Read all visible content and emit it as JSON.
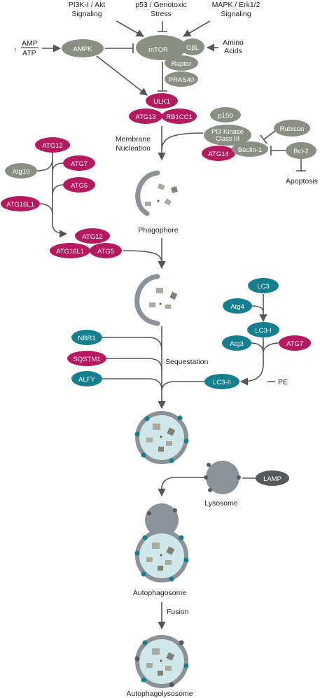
{
  "colors": {
    "magenta": "#b5195e",
    "teal": "#167f8e",
    "gray": "#8a8f84",
    "dark": "#56595c",
    "vesicle": "#cfe7e8",
    "membrane": "#8b9298",
    "line": "#555555"
  },
  "labels": {
    "pi3k": [
      "PI3K-I / Akt",
      "Signaling"
    ],
    "p53": [
      "p53 / Genotoxic",
      "Stress"
    ],
    "mapk": [
      "MAPK / Erk1/2",
      "Signaling"
    ],
    "amp": "AMP",
    "atp": "ATP",
    "amino": [
      "Amino",
      "Acids"
    ],
    "membrane_nucleation": [
      "Membrane",
      "Nucleation"
    ],
    "phagophore": "Phagophore",
    "sequestation": "Sequestation",
    "pe": "PE",
    "apoptosis": "Apoptosis",
    "lysosome": "Lysosome",
    "autophagosome": "Autophagosome",
    "fusion": "Fusion",
    "autophagolysosome": "Autophagolysosome"
  },
  "nodes": {
    "ampk": "AMPK",
    "mtor": "mTOR",
    "gbl": "GβL",
    "raptor": "Raptor",
    "pras40": "PRAS40",
    "ulk1": "ULK1",
    "atg13": "ATG13",
    "rb1cc1": "RB1CC1",
    "p150": "p150",
    "pi3k_class3": [
      "PI3 Kinase",
      "Class III"
    ],
    "atg14": "ATG14",
    "beclin1": "Beclin-1",
    "rubicon": "Rubicon",
    "bcl2": "Bcl-2",
    "atg12_a": "ATG12",
    "atg10": "Atg10",
    "atg7_a": "ATG7",
    "atg5_a": "ATG5",
    "atg16l1_a": "ATG16L1",
    "atg12_b": "ATG12",
    "atg16l1_b": "ATG16L1",
    "atg5_b": "ATG5",
    "lc3": "LC3",
    "atg4": "Atg4",
    "lc3_i": "LC3-I",
    "atg3": "Atg3",
    "atg7_b": "ATG7",
    "lc3_ii": "LC3-II",
    "nbr1": "NBR1",
    "sqstm1": "SQSTM1",
    "alfy": "ALFY",
    "lamp": "LAMP"
  }
}
